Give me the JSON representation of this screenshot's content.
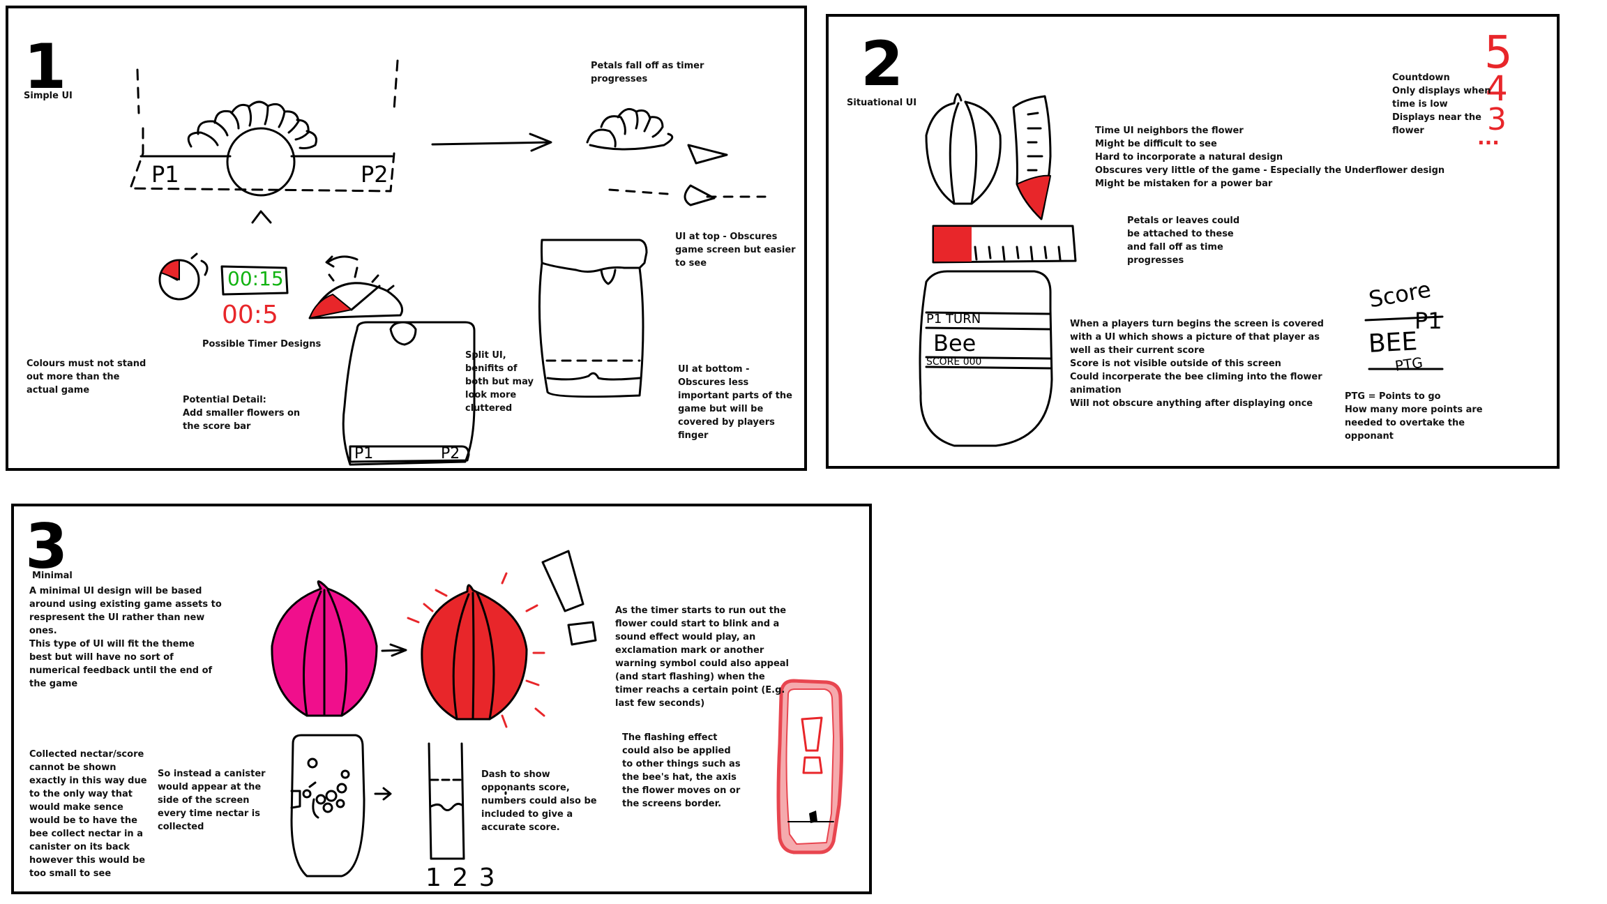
{
  "panels": [
    {
      "number": "1",
      "title": "Simple UI",
      "notes": {
        "petals": "Petals fall off as timer\nprogresses",
        "colours": "Colours must not stand\nout more than the\nactual game",
        "timer_designs": "Possible Timer Designs",
        "detail": "Potential Detail:\nAdd smaller flowers on\nthe score bar",
        "split": "Split UI,\nbenifits of\nboth but may\nlook more\ncluttered",
        "top": "UI at top - Obscures\ngame screen but easier\nto see",
        "bottom": "UI at bottom -\nObscures less\nimportant parts of the\ngame but will be\ncovered by players\nfinger"
      },
      "sketch_labels": {
        "p1": "P1",
        "p2": "P2",
        "timer_green": "00:15",
        "timer_red": "00:5",
        "phone_p1": "P1",
        "phone_p2": "P2"
      }
    },
    {
      "number": "2",
      "title": "Situational UI",
      "notes": {
        "time_ui": "Time UI neighbors the flower\nMight be difficult to see\nHard to incorporate a natural design\nObscures very little of the game - Especially the Underflower design\nMight be mistaken for a power bar",
        "petals_leaves": "Petals or leaves could\nbe attached to these\nand fall off as time\nprogresses",
        "countdown": "Countdown\nOnly displays when\ntime is low\nDisplays near the\nflower",
        "turn": "When a players turn begins the screen is covered\nwith a UI which shows a picture of that player as\nwell as their current score\nScore is not visible outside of this screen\nCould incorperate the bee climing into the flower\nanimation\nWill not obscure anything after displaying once",
        "ptg": "PTG = Points to go\nHow many more points are\nneeded to overtake the\nopponant"
      },
      "sketch_labels": {
        "countdown_digits": [
          "5",
          "4",
          "3",
          "..."
        ],
        "turn_label": "P1 TURN",
        "bee_label": "Bee",
        "score_label": "SCORE 000",
        "score_word": "Score",
        "player": "P1",
        "bee_caps": "BEE",
        "ptg_caps": "PTG"
      }
    },
    {
      "number": "3",
      "title": "Minimal",
      "notes": {
        "minimal": "A minimal UI design will be based\naround using existing game assets to\nrespresent the UI rather than new\nones.\nThis type of UI will fit the theme\nbest but will have no sort of\nnumerical feedback until the end of\nthe game",
        "timer_blink": "As the timer starts to run out the\nflower could start to blink and a\nsound effect would play, an\nexclamation mark or another\nwarning symbol could also appeal\n(and start flashing) when the\ntimer reachs a certain point (E.g.\nlast few seconds)",
        "flashing": "The flashing effect\ncould also be applied\nto other things such as\nthe bee's hat, the axis\nthe flower moves on or\nthe screens border.",
        "nectar": "Collected nectar/score\ncannot be shown\nexactly in this way due\nto the only way that\nwould make sence\nwould be to have the\nbee collect nectar in a\ncanister on its back\nhowever this would be\ntoo small to see",
        "canister": "So instead a canister\nwould appear at the\nside of the screen\nevery time nectar is\ncollected",
        "dash": "Dash to show\nopponants score,\nnumbers could also be\nincluded to give a\naccurate score."
      },
      "sketch_labels": {
        "scale_numbers": "1 2 3",
        "exclamation": "!"
      }
    }
  ],
  "colors": {
    "red": "#e8262a",
    "pink": "#f00f8c",
    "green": "#12b312",
    "border_red": "#e8454f"
  }
}
